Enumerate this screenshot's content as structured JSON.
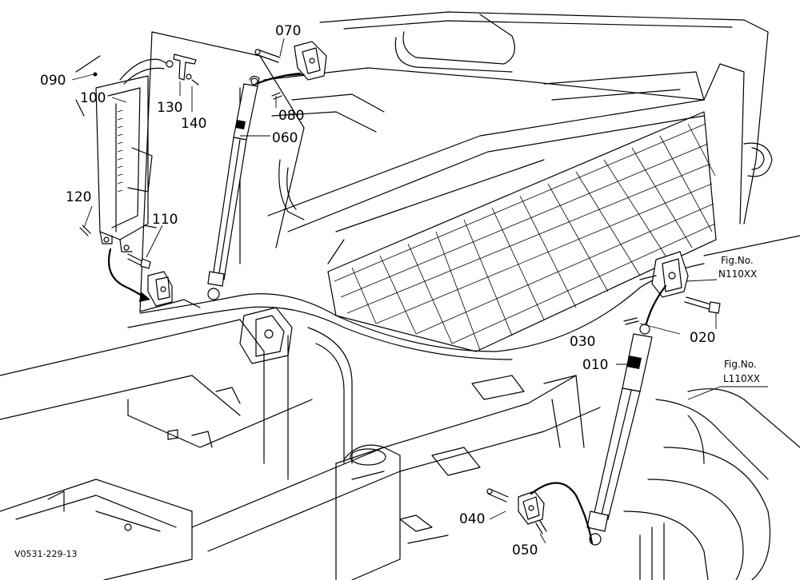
{
  "diagram": {
    "image_code": "V0531-229-13",
    "figure_refs": [
      {
        "label": "Fig.No.",
        "code": "N110XX"
      },
      {
        "label": "Fig.No.",
        "code": "L110XX"
      }
    ],
    "part_numbers": {
      "p010": "010",
      "p020": "020",
      "p030": "030",
      "p040": "040",
      "p050": "050",
      "p060": "060",
      "p070": "070",
      "p080": "080",
      "p090": "090",
      "p100": "100",
      "p110": "110",
      "p120": "120",
      "p130": "130",
      "p140": "140"
    }
  }
}
